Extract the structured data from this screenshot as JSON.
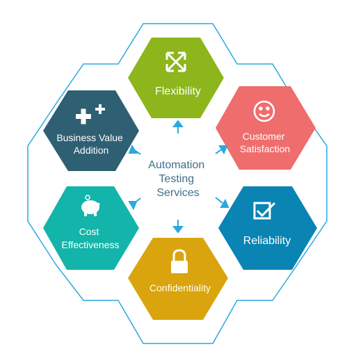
{
  "center": {
    "lines": [
      "Automation",
      "Testing",
      "Services"
    ]
  },
  "hexagons": [
    {
      "id": "flexibility",
      "lines": [
        "Flexibility"
      ],
      "color": "#8cb61b",
      "icon": "expand-arrows-icon"
    },
    {
      "id": "customer-satisfaction",
      "lines": [
        "Customer",
        "Satisfaction"
      ],
      "color": "#ef6d6d",
      "icon": "smiley-face-icon"
    },
    {
      "id": "reliability",
      "lines": [
        "Reliability"
      ],
      "color": "#0a84b3",
      "icon": "checkbox-icon"
    },
    {
      "id": "confidentiality",
      "lines": [
        "Confidentiality"
      ],
      "color": "#d9a40d",
      "icon": "padlock-icon"
    },
    {
      "id": "cost-effectiveness",
      "lines": [
        "Cost",
        "Effectiveness"
      ],
      "color": "#13b4a9",
      "icon": "piggy-bank-icon"
    },
    {
      "id": "business-value-addition",
      "lines": [
        "Business Value",
        "Addition"
      ],
      "color": "#2f5f73",
      "icon": "plus-plus-icon"
    }
  ],
  "colors": {
    "outline": "#2aa8e0",
    "arrow": "#2aa8e0",
    "center_text": "#3f6f8a"
  }
}
